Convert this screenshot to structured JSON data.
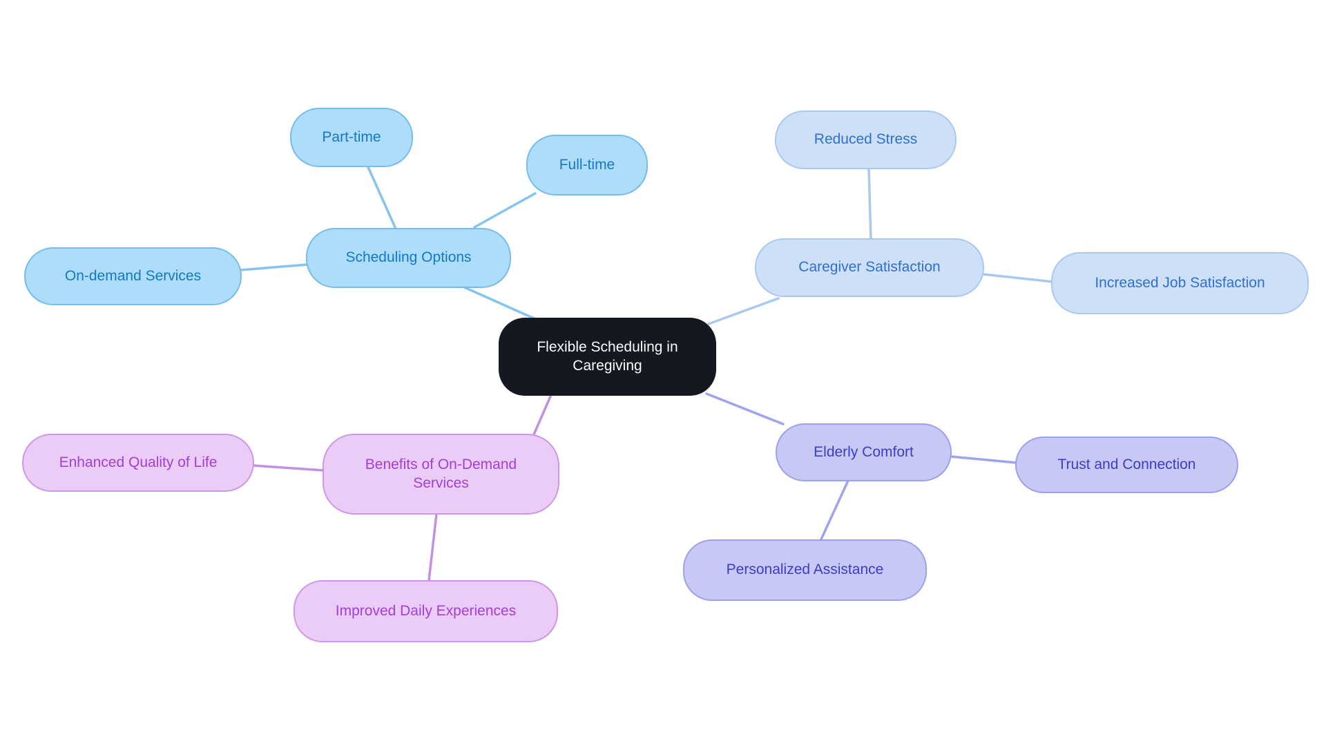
{
  "diagram": {
    "type": "mindmap",
    "background": "#FFFFFF",
    "root": {
      "label": "Flexible Scheduling in Caregiving",
      "fill": "#15181F",
      "text_color": "#FFFFFF"
    },
    "branches": [
      {
        "label": "Scheduling Options",
        "fill": "#AEDDF9",
        "border": "#75BCEE",
        "text_color": "#1478C8",
        "line_color": "#85C3F0",
        "children": [
          {
            "label": "Part-time"
          },
          {
            "label": "Full-time"
          },
          {
            "label": "On-demand Services"
          }
        ]
      },
      {
        "label": "Caregiver Satisfaction",
        "fill": "#CDE0F7",
        "border": "#A9C8F0",
        "text_color": "#2E70D2",
        "line_color": "#A8C8F2",
        "children": [
          {
            "label": "Reduced Stress"
          },
          {
            "label": "Increased Job Satisfaction"
          }
        ]
      },
      {
        "label": "Elderly Comfort",
        "fill": "#C7C9F4",
        "border": "#9CA0EA",
        "text_color": "#3B3CC9",
        "line_color": "#9EA3EF",
        "children": [
          {
            "label": "Trust and Connection"
          },
          {
            "label": "Personalized Assistance"
          }
        ]
      },
      {
        "label": "Benefits of On-Demand Services",
        "fill": "#EACCF6",
        "border": "#CE96E8",
        "text_color": "#A13FD6",
        "line_color": "#C38FE3",
        "children": [
          {
            "label": "Enhanced Quality of Life"
          },
          {
            "label": "Improved Daily Experiences"
          }
        ]
      }
    ]
  }
}
